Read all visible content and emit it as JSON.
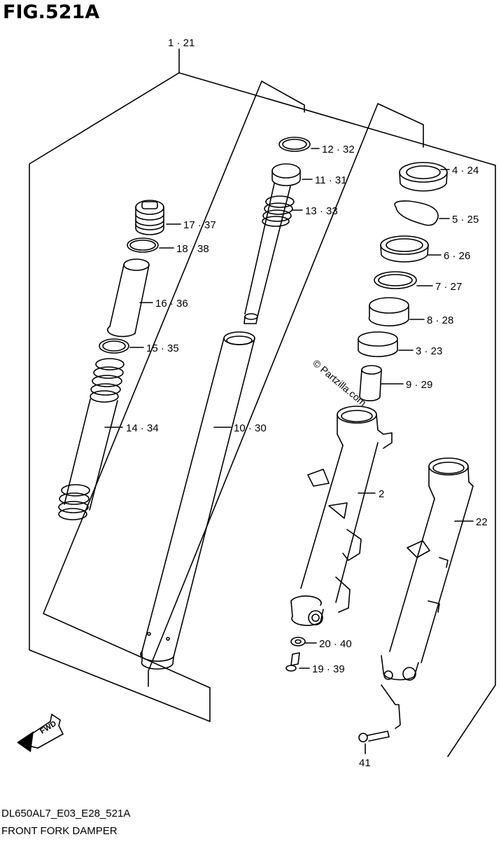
{
  "figure_title": "FIG.521A",
  "footer": {
    "code": "DL650AL7_E03_E28_521A",
    "name": "FRONT FORK DAMPER"
  },
  "watermark": "© Partzilla.com",
  "direction_arrow_label": "FWD",
  "callouts": {
    "c1_21": "1 · 21",
    "c12_32": "12 · 32",
    "c11_31": "11 · 31",
    "c13_33": "13 · 33",
    "c4_24": "4 · 24",
    "c5_25": "5 · 25",
    "c6_26": "6 · 26",
    "c7_27": "7 · 27",
    "c8_28": "8 · 28",
    "c3_23": "3 · 23",
    "c9_29": "9 · 29",
    "c17_37": "17 · 37",
    "c18_38": "18 · 38",
    "c16_36": "16 · 36",
    "c15_35": "15 · 35",
    "c14_34": "14 · 34",
    "c10_30": "10 · 30",
    "c2": "2",
    "c22": "22",
    "c20_40": "20 · 40",
    "c19_39": "19 · 39",
    "c41": "41"
  }
}
